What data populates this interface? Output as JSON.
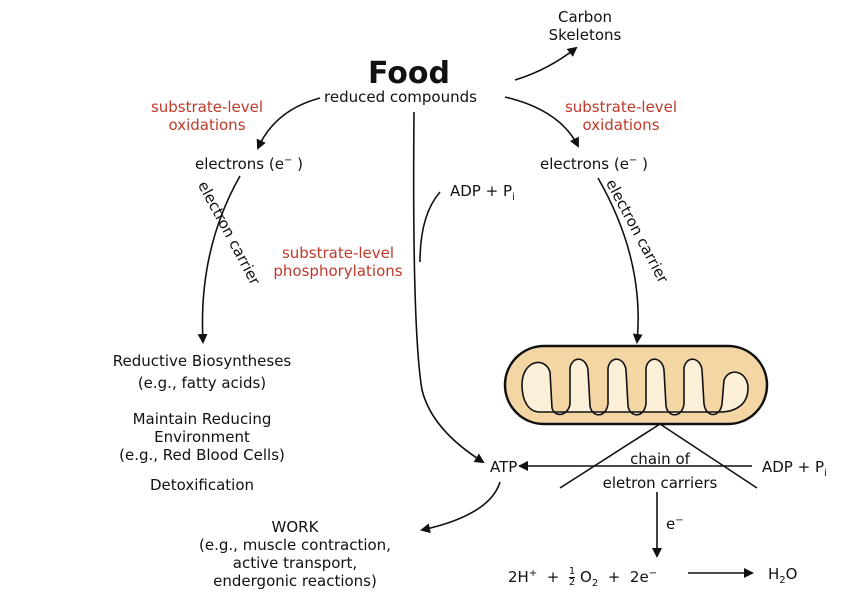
{
  "food": {
    "title": "Food",
    "subtitle": "reduced compounds"
  },
  "carbon_skeletons": [
    "Carbon",
    "Skeletons"
  ],
  "left": {
    "oxidations": [
      "substrate-level",
      "oxidations"
    ],
    "electrons": "electrons (e",
    "electrons_close": " )",
    "electron_carrier": "electron carrier",
    "outcomes": {
      "reductive": [
        "Reductive Biosyntheses",
        "(e.g., fatty acids)"
      ],
      "maintain": [
        "Maintain Reducing",
        "Environment",
        "(e.g., Red Blood Cells)"
      ],
      "detox": "Detoxification"
    }
  },
  "right": {
    "oxidations": [
      "substrate-level",
      "oxidations"
    ],
    "electrons": "electrons (e",
    "electrons_close": " )",
    "electron_carrier": "electron carrier"
  },
  "middle": {
    "adp_pi": "ADP + P",
    "adp_pi_sub": "i",
    "phosphorylations": [
      "substrate-level",
      "phosphorylations"
    ]
  },
  "atp": "ATP",
  "chain": [
    "chain of",
    "eletron carriers"
  ],
  "adp_pi_right": "ADP + P",
  "adp_pi_right_sub": "i",
  "e_minus": "e",
  "work": [
    "WORK",
    "(e.g., muscle contraction,",
    "active transport,",
    "endergonic reactions)"
  ],
  "equation": {
    "lhs1": "2H",
    "plus": "+",
    "half_num": "1",
    "half_den": "2",
    "o2": "O",
    "o2_sub": "2",
    "plus2": "+",
    "two_e": "2e",
    "product": "H",
    "product_sub": "2",
    "product_end": "O"
  },
  "colors": {
    "accent_red": "#c0392b",
    "mito_fill": "#f3d6a4",
    "mito_inner": "#fdf0d8",
    "ink": "#111111"
  }
}
